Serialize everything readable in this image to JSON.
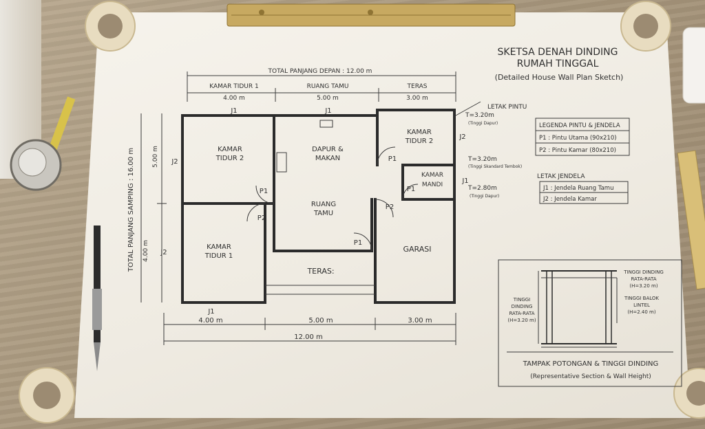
{
  "sheet": {
    "title_line1": "SKETSA DENAH DINDING",
    "title_line2": "RUMAH TINGGAL",
    "subtitle": "(Detailed House Wall Plan Sketch)"
  },
  "dimensions": {
    "top_total": "TOTAL PANJANG DEPAN : 12.00 m",
    "top_room1": "KAMAR TIDUR 1",
    "top_room2": "RUANG TAMU",
    "top_room3": "TERAS",
    "top_len1": "4.00 m",
    "top_len2": "5.00 m",
    "top_len3": "3.00 m",
    "side_total": "TOTAL PANJANG SAMPING : 16.00 m",
    "side_upper": "5.00 m",
    "side_lower": "4.00 m",
    "bottom_len1": "4.00 m",
    "bottom_len2": "5.00 m",
    "bottom_len3": "3.00 m",
    "bottom_total": "12.00 m"
  },
  "rooms": {
    "kamar_tidur2_left_l1": "KAMAR",
    "kamar_tidur2_left_l2": "TIDUR 2",
    "dapur_l1": "DAPUR &",
    "dapur_l2": "MAKAN",
    "kamar_tidur2_right_l1": "KAMAR",
    "kamar_tidur2_right_l2": "TIDUR 2",
    "kamar_mandi_l1": "KAMAR",
    "kamar_mandi_l2": "MANDI",
    "ruang_tamu_l1": "RUANG",
    "ruang_tamu_l2": "TAMU",
    "kamar_tidur1_l1": "KAMAR",
    "kamar_tidur1_l2": "TIDUR 1",
    "garasi": "GARASI",
    "teras": "TERAS:"
  },
  "tags": {
    "j1": "J1",
    "j2": "J2",
    "p1": "P1",
    "p2": "P2"
  },
  "notes": {
    "letak_pintu": "LETAK PINTU",
    "t1": "T=3.20m",
    "t1_sub": "(Tinggi Dapur)",
    "t2": "T=3.20m",
    "t2_sub": "(Tinggi Skandard Tembok)",
    "t3": "T=2.80m",
    "t3_sub": "(Tinggi Dapur)"
  },
  "legend_door": {
    "title": "LEGENDA PINTU & JENDELA",
    "row1": "P1 : Pintu Utama (90x210)",
    "row2": "P2 : Pintu Kamar (80x210)"
  },
  "legend_window": {
    "title": "LETAK JENDELA",
    "row1": "J1 : Jendela Ruang Tamu",
    "row2": "J2 : Jendela Kamar"
  },
  "section": {
    "label_tr1": "TINGGI DINDING",
    "label_tr2": "RATA-RATA",
    "label_tr3": "(H=3.20 m)",
    "label_l1": "TINGGI",
    "label_l2": "DINDING",
    "label_l3": "RATA-RATA",
    "label_l4": "(H=3.20 m)",
    "label_r1": "TINGGI BALOK",
    "label_r2": "LINTEL",
    "label_r3": "(H=2.40 m)",
    "title": "TAMPAK POTONGAN & TINGGI DINDING",
    "subtitle": "(Representative Section & Wall Height)"
  }
}
